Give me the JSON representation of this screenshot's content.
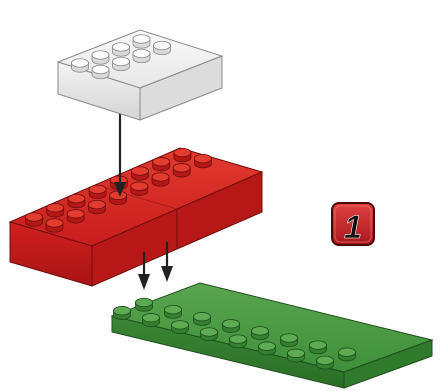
{
  "step_badge": {
    "number": "1"
  },
  "colors": {
    "white_brick": "#f2f2f2",
    "red_brick": "#d81e1e",
    "green_plate": "#3f8f3a",
    "badge": "#c8282b",
    "arrow": "#222222"
  },
  "parts": [
    {
      "name": "white-brick",
      "size": "2x4"
    },
    {
      "name": "red-brick",
      "size": "2x4"
    },
    {
      "name": "red-brick",
      "size": "2x4"
    },
    {
      "name": "green-plate",
      "size": "2x8"
    }
  ]
}
